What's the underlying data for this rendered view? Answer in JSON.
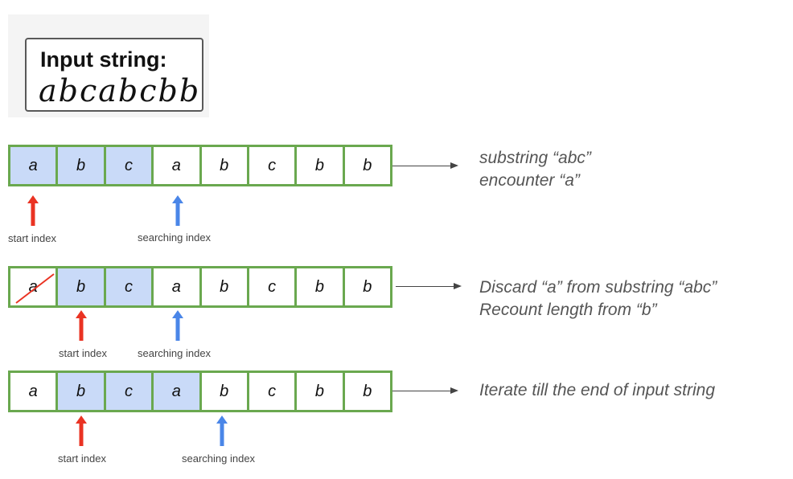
{
  "title": {
    "label": "Input string:",
    "value": "abcabcbb"
  },
  "colors": {
    "grid": "#6aa84f",
    "highlight": "#c9daf8",
    "start_arrow": "#ea3323",
    "search_arrow": "#4a86e8"
  },
  "rows": [
    {
      "cells": [
        "a",
        "b",
        "c",
        "a",
        "b",
        "c",
        "b",
        "b"
      ],
      "highlighted": [
        0,
        1,
        2
      ],
      "struck": [],
      "note": [
        "substring “abc”",
        "encounter “a”"
      ],
      "start_label": "start index",
      "search_label": "searching index"
    },
    {
      "cells": [
        "a",
        "b",
        "c",
        "a",
        "b",
        "c",
        "b",
        "b"
      ],
      "highlighted": [
        1,
        2
      ],
      "struck": [
        0
      ],
      "note": [
        "Discard “a” from substring “abc”",
        "Recount length from “b”"
      ],
      "start_label": "start index",
      "search_label": "searching index"
    },
    {
      "cells": [
        "a",
        "b",
        "c",
        "a",
        "b",
        "c",
        "b",
        "b"
      ],
      "highlighted": [
        1,
        2,
        3
      ],
      "struck": [],
      "note": [
        "Iterate till the end of input string"
      ],
      "start_label": "start index",
      "search_label": "searching index"
    }
  ]
}
